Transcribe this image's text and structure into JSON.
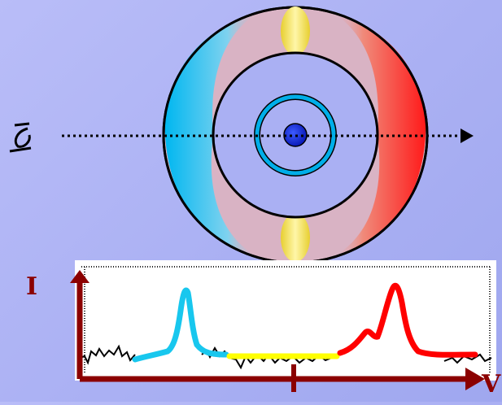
{
  "diagram": {
    "labels": {
      "intensity_axis": "I",
      "velocity_axis": "V"
    },
    "colors": {
      "background": "#aab0f3",
      "torus_fill": "#d9b3c4",
      "approaching_side": "#00b7f0",
      "receding_side": "#ff1a1a",
      "jet_lobes": "#f4e45c",
      "core": "#1a2ee0",
      "inner_ring": "#00aee8",
      "axis_color": "#8b0000",
      "line_of_sight": "#000000"
    },
    "icons": [
      "eye-icon",
      "line-of-sight-arrow"
    ],
    "spectrum_segments": [
      "blue",
      "yellow",
      "red"
    ]
  }
}
